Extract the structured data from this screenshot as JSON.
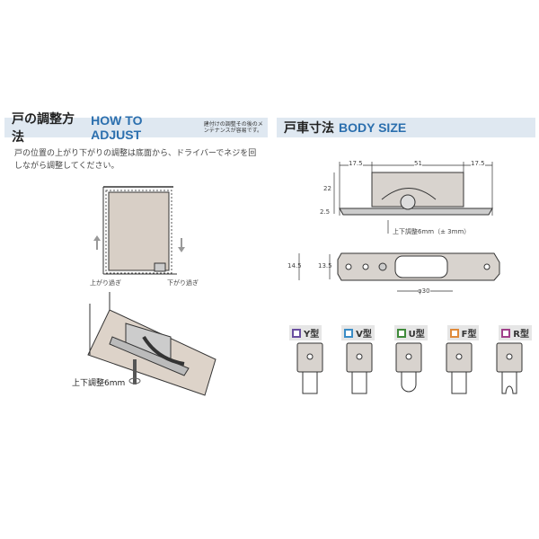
{
  "adjust": {
    "title_jp": "戸の調整方法",
    "title_en": "HOW TO ADJUST",
    "note": "建付けの調整その後のメンテナンスが容易です。",
    "description": "戸の位置の上がり下がりの調整は底面から、ドライバーでネジを回しながら調整してください。",
    "label_up": "上がり過ぎ",
    "label_down": "下がり過ぎ",
    "label_adjust": "上下調整6mm"
  },
  "body": {
    "title_jp": "戸車寸法",
    "title_en": "BODY SIZE",
    "dim_left": "17.5",
    "dim_center": "51",
    "dim_right": "17.5",
    "dim_height": "22",
    "dim_base": "2.5",
    "adjust_note": "上下調整6mm（± 3mm）",
    "dim_width_outer": "14.5",
    "dim_width_inner": "13.5",
    "dim_wheel": "φ30"
  },
  "types": [
    {
      "label": "Y型",
      "color": "#6a4fa0"
    },
    {
      "label": "V型",
      "color": "#3a8cc6"
    },
    {
      "label": "U型",
      "color": "#3f8a3a"
    },
    {
      "label": "F型",
      "color": "#e08a3a"
    },
    {
      "label": "R型",
      "color": "#a0408a"
    }
  ]
}
